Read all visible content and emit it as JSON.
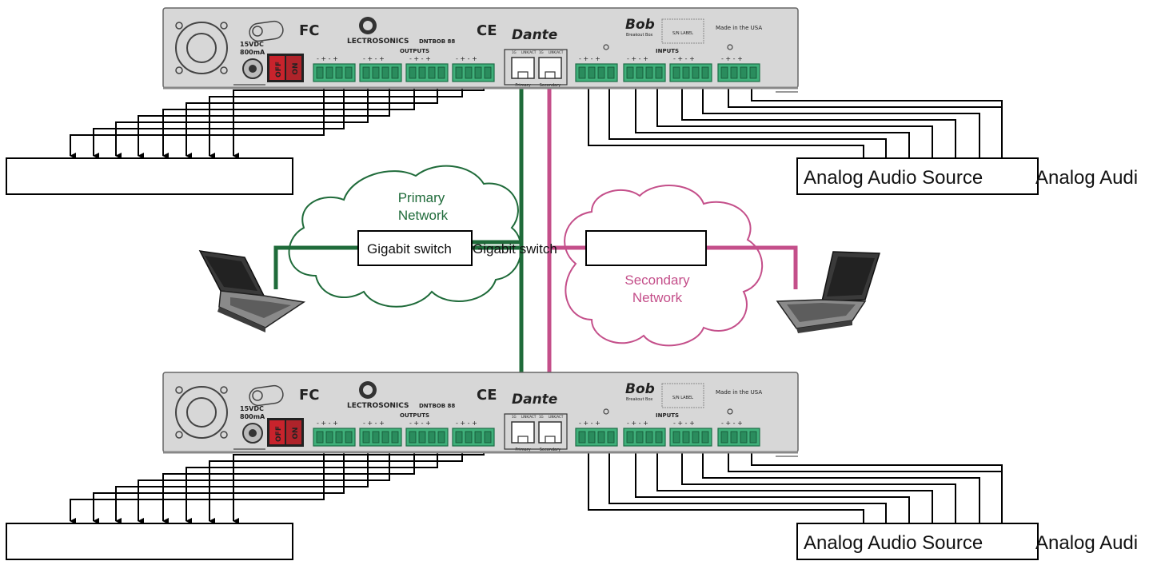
{
  "devices": [
    {
      "id": "top",
      "fcc": "FC",
      "ce": "CE",
      "brand": "LECTROSONICS",
      "model": "DNTBOB 88",
      "dante": "Dante",
      "bob": "Bob",
      "bob_sub": "Breakout Box",
      "sn_label": "S/N LABEL",
      "made_in": "Made in the USA",
      "power_label_1": "15VDC",
      "power_label_2": "800mA",
      "switch_on": "ON",
      "switch_off": "OFF",
      "outputs_label": "OUTPUTS",
      "inputs_label": "INPUTS",
      "port_primary": "Primary",
      "port_secondary": "Secondary",
      "port_tags": [
        "1G",
        "LINK/ACT",
        "1G",
        "LINK/ACT"
      ]
    },
    {
      "id": "bottom",
      "fcc": "FC",
      "ce": "CE",
      "brand": "LECTROSONICS",
      "model": "DNTBOB 88",
      "dante": "Dante",
      "bob": "Bob",
      "bob_sub": "Breakout Box",
      "sn_label": "S/N LABEL",
      "made_in": "Made in the USA",
      "power_label_1": "15VDC",
      "power_label_2": "800mA",
      "switch_on": "ON",
      "switch_off": "OFF",
      "outputs_label": "OUTPUTS",
      "inputs_label": "INPUTS",
      "port_primary": "Primary",
      "port_secondary": "Secondary",
      "port_tags": [
        "1G",
        "LINK/ACT",
        "1G",
        "LINK/ACT"
      ]
    }
  ],
  "boxes": {
    "top_output": "",
    "top_source": "Analog Audio Source",
    "top_source_overflow": "Analog Audi",
    "bottom_output": "",
    "bottom_source": "Analog Audio Source",
    "bottom_source_overflow": "Analog Audi",
    "primary_switch": "Gigabit switch",
    "primary_switch_overflow": "Gigabit switch",
    "secondary_switch": ""
  },
  "networks": {
    "primary_line1": "Primary",
    "primary_line2": "Network",
    "secondary_line1": "Secondary",
    "secondary_line2": "Network"
  },
  "colors": {
    "primary": "#1f6b3a",
    "secondary": "#c44f8a",
    "device_fill": "#d7d7d7",
    "terminal_green": "#3fb07a",
    "switch_red": "#c8232c"
  },
  "icons": {
    "left_laptop": "laptop-icon",
    "right_laptop": "laptop-icon"
  }
}
